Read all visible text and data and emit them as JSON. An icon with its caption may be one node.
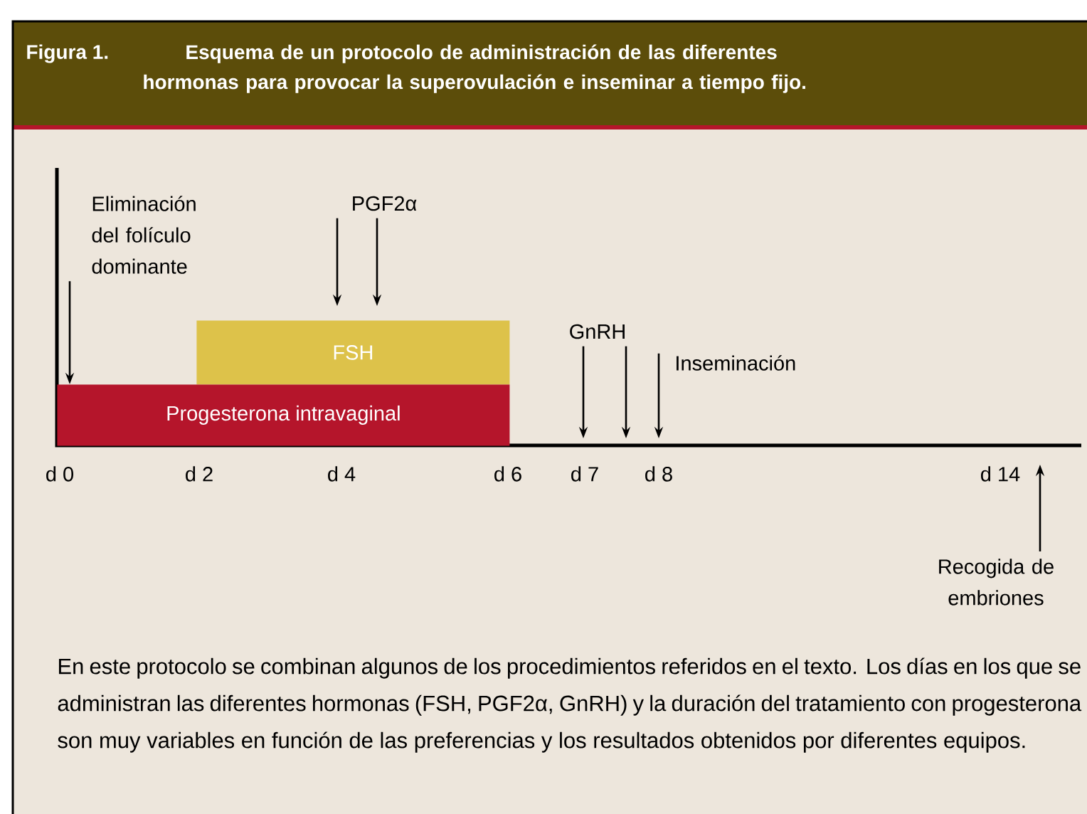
{
  "diagram": {
    "title": "Esquema de un protocolo de administración de las diferentes hormonas para provocar la superovulación e inseminar a tiempo fijo.",
    "caption": "En este protocolo se combinan algunos de los procedimientos referidos en el texto. Los días en los que se administran las diferentes hormonas (FSH, PGF2α, GnRH) y la duración del tratamiento con progesterona son muy variables en función de las preferencias y los resultados obtenidos por diferentes equipos.",
    "nodes": [
      {
        "text": [
          "Eliminación del folículo dominante"
        ]
      },
      {
        "text": [
          "PGF2α"
        ]
      },
      {
        "text": [
          "FSH"
        ]
      },
      {
        "text": [
          "Progesterona intravaginal"
        ]
      },
      {
        "text": [
          "GnRH"
        ]
      },
      {
        "text": [
          "Inseminación"
        ]
      },
      {
        "text": [
          "Recogida de embriones"
        ]
      },
      {
        "text": [
          "d 14"
        ]
      }
    ],
    "edges": [
      {
        "from": 0,
        "to": 3,
        "arrow": "to"
      },
      {
        "from": 1,
        "to": null,
        "arrow": "to"
      },
      {
        "from": 1,
        "to": null,
        "arrow": "to"
      },
      {
        "from": 4,
        "to": null,
        "arrow": "to"
      },
      {
        "from": 4,
        "to": null,
        "arrow": "to"
      },
      {
        "from": 5,
        "to": null,
        "arrow": "to"
      },
      {
        "from": 6,
        "to": 7,
        "arrow": "to"
      }
    ],
    "labels": [
      "Figura 1.",
      "d 0",
      "d 2",
      "d 4",
      "d 6",
      "d 7",
      "d 8"
    ]
  }
}
